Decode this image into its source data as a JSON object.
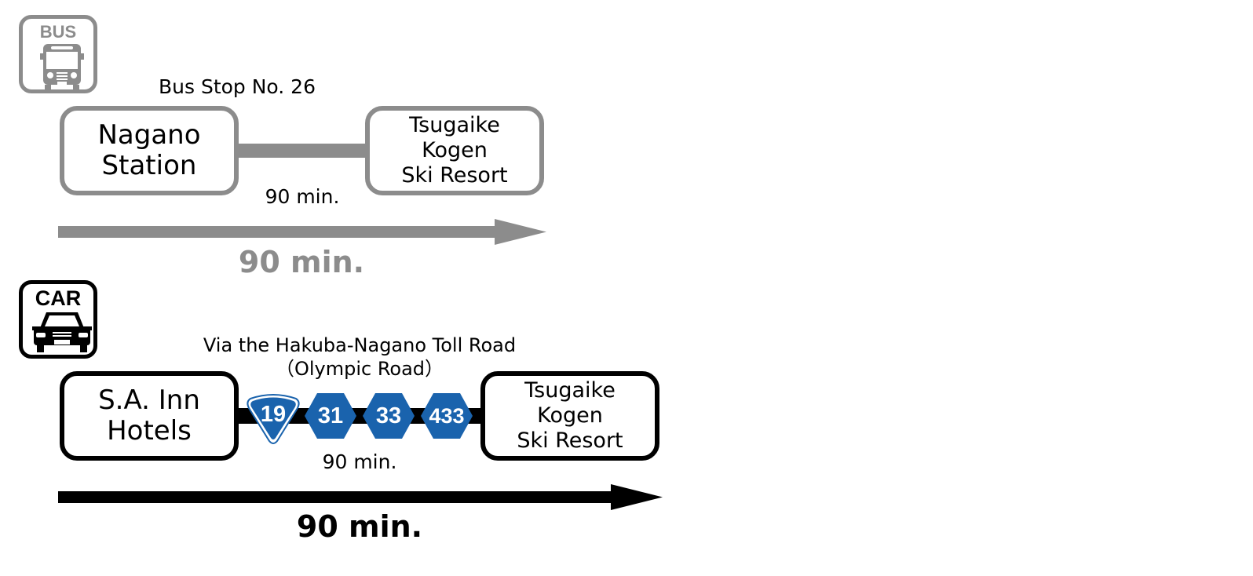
{
  "colors": {
    "bus_gray": "#8c8c8c",
    "car_black": "#000000",
    "route_blue": "#1a63ad"
  },
  "bus": {
    "icon_label": "BUS",
    "icon": "bus-icon",
    "stop_label": "Bus Stop No. 26",
    "origin": "Nagano\nStation",
    "destination": "Tsugaike\nKogen\nSki Resort",
    "segment_time": "90 min.",
    "total_time": "90 min."
  },
  "car": {
    "icon_label": "CAR",
    "icon": "car-icon",
    "via_label": "Via the Hakuba-Nagano Toll Road\n（Olympic Road）",
    "origin": "S.A. Inn\nHotels",
    "destination": "Tsugaike\nKogen\nSki Resort",
    "routes": [
      {
        "number": "19",
        "type": "national-route-shield"
      },
      {
        "number": "31",
        "type": "prefectural-route-hexagon"
      },
      {
        "number": "33",
        "type": "prefectural-route-hexagon"
      },
      {
        "number": "433",
        "type": "prefectural-route-hexagon"
      }
    ],
    "segment_time": "90 min.",
    "total_time": "90 min."
  }
}
